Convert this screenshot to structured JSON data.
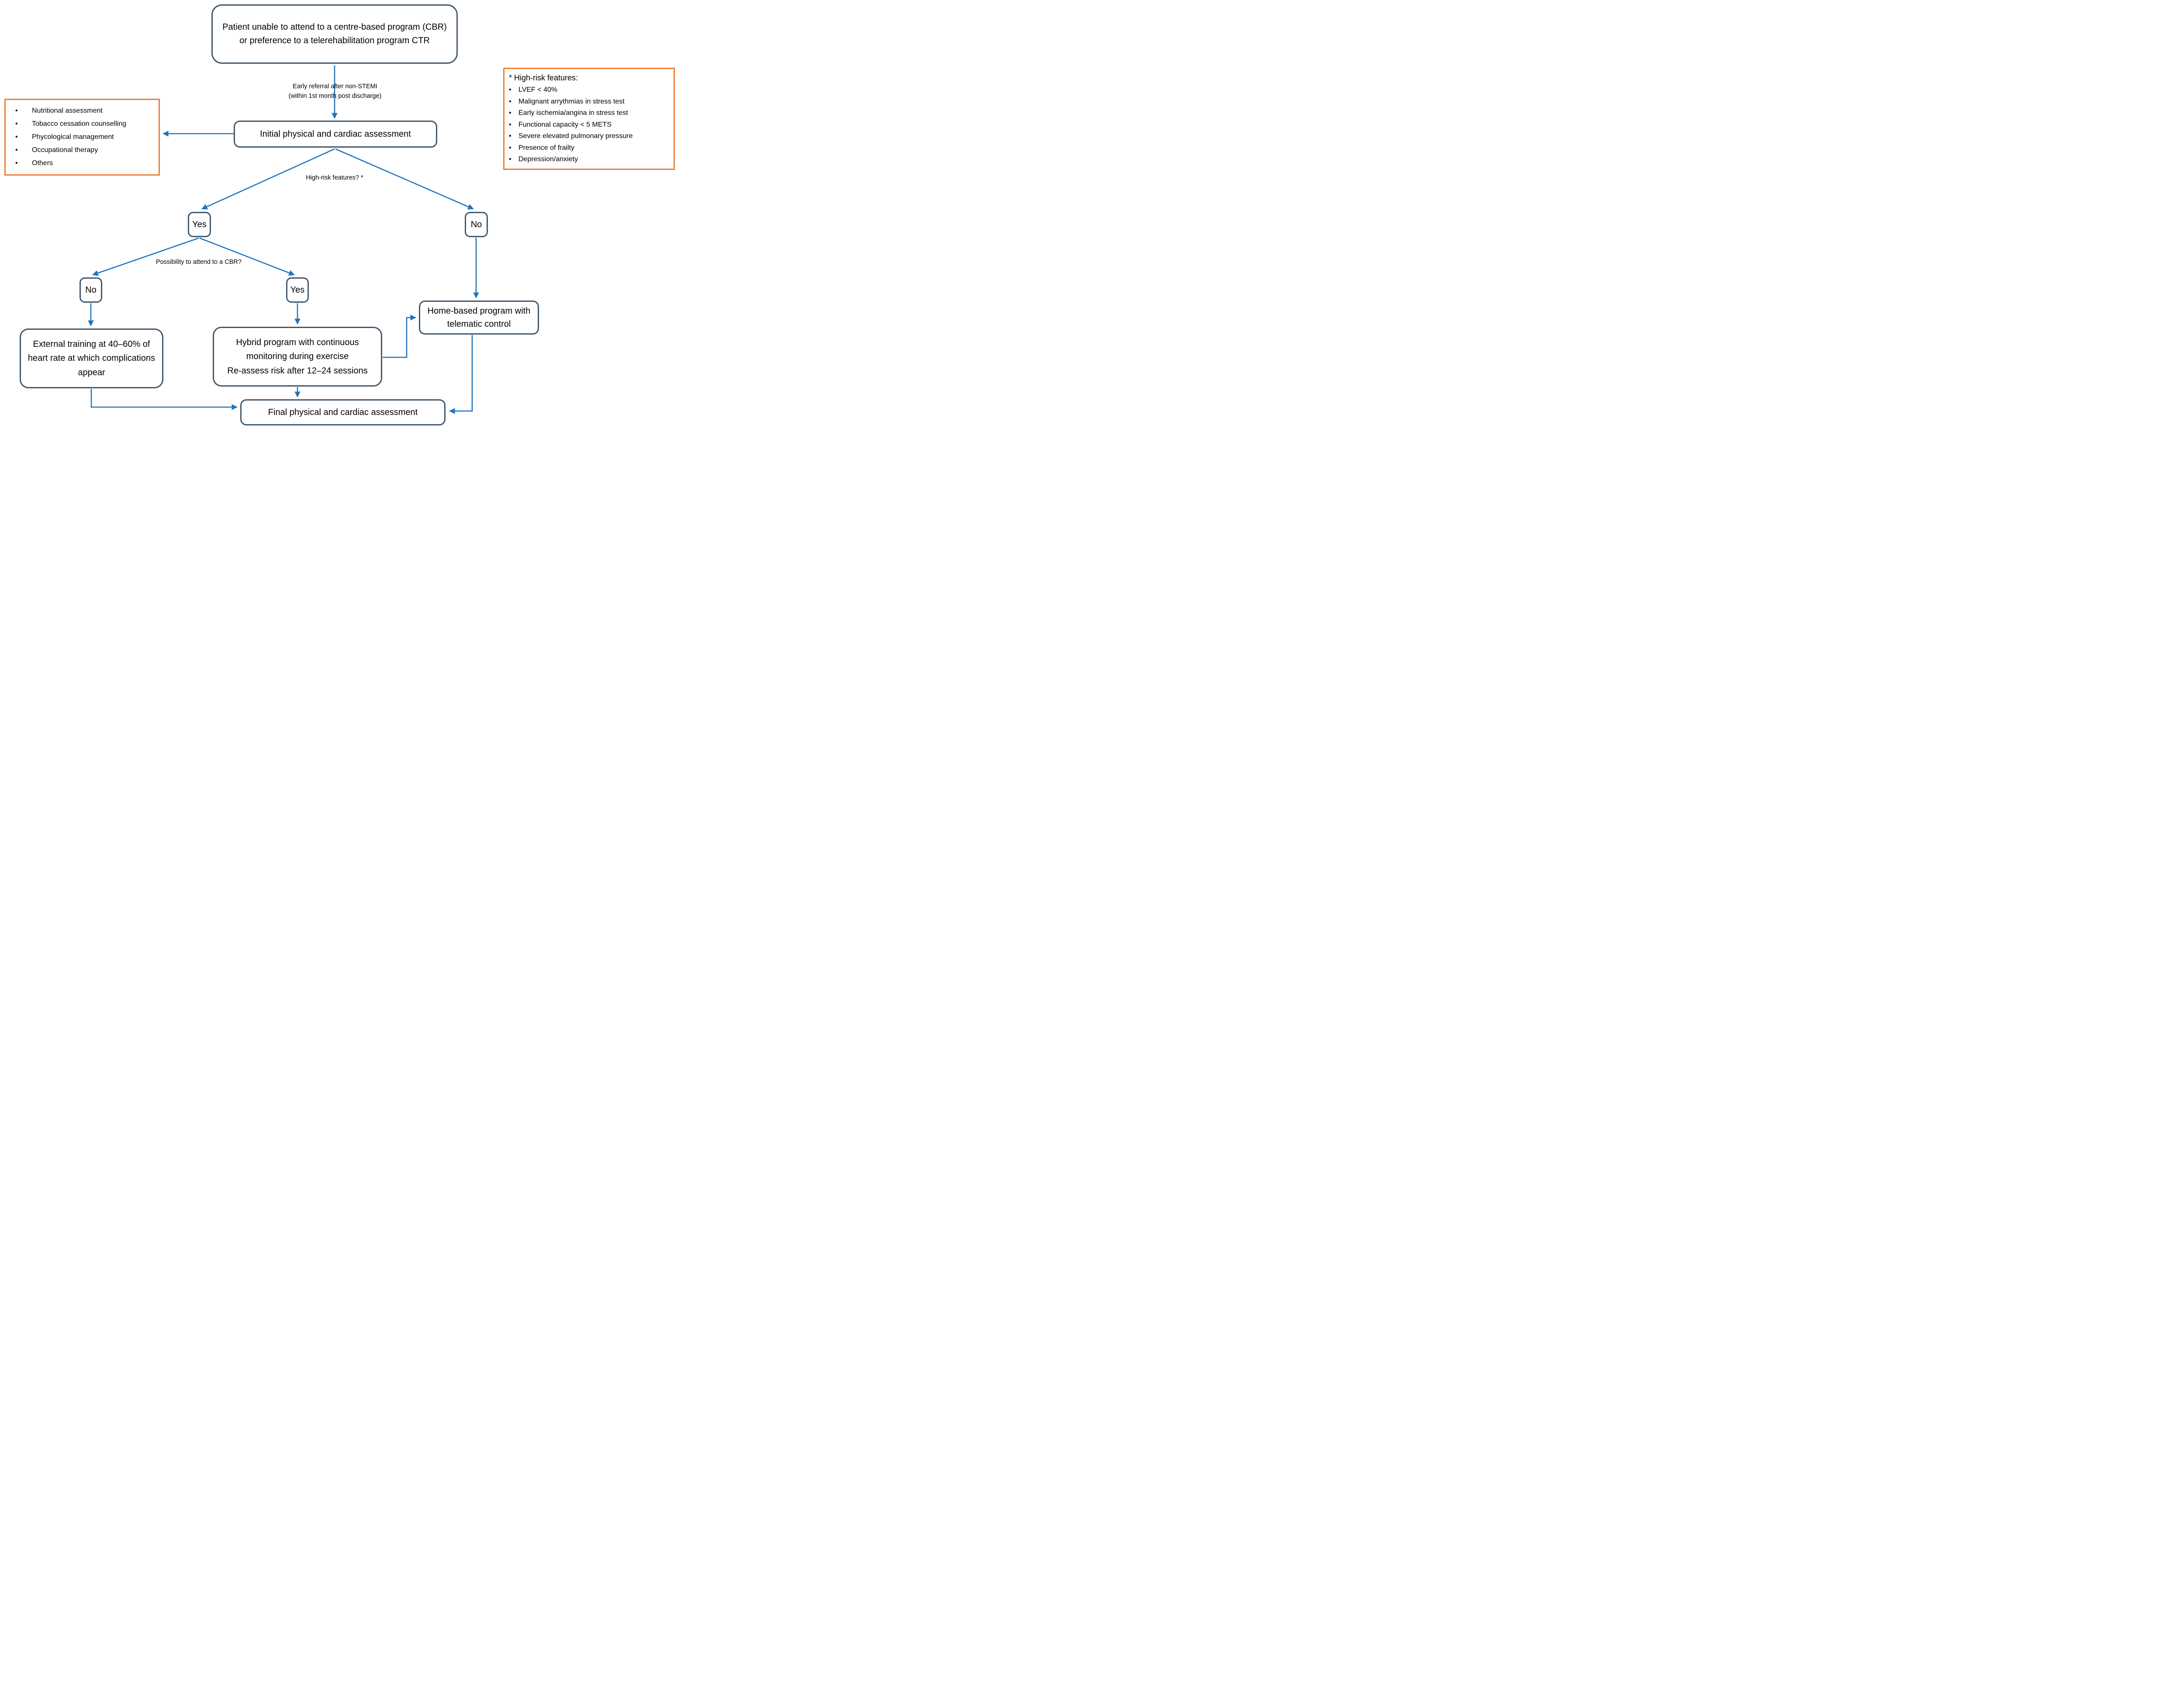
{
  "colors": {
    "node_border": "#41586E",
    "arrow": "#1F74BE",
    "highlight": "#ED7D31",
    "text": "#000000",
    "background": "#FFFFFF"
  },
  "nodes": {
    "start": {
      "text": "Patient unable to attend to a centre-based program (CBR) or preference to a telerehabilitation program CTR"
    },
    "initial_assessment": {
      "text": "Initial physical and cardiac assessment"
    },
    "side_services": {
      "items": [
        "Nutritional assessment",
        "Tobacco cessation counselling",
        "Phycological management",
        "Occupational therapy",
        "Others"
      ]
    },
    "high_risk_features": {
      "title": "* High-risk features:",
      "items": [
        "LVEF < 40%",
        "Malignant arrythmias in stress test",
        "Early ischemia/angina in stress test",
        "Functional capacity < 5 METS",
        "Severe elevated pulmonary pressure",
        "Presence of frailty",
        "Depression/anxiety"
      ]
    },
    "yes_high_risk": {
      "text": "Yes"
    },
    "no_high_risk": {
      "text": "No"
    },
    "no_cbr": {
      "text": "No"
    },
    "yes_cbr": {
      "text": "Yes"
    },
    "external_training": {
      "text": "External training at 40–60% of heart rate at which complications appear"
    },
    "hybrid_program": {
      "line1": "Hybrid program with continuous monitoring during exercise",
      "line2": "Re-assess risk after 12–24 sessions"
    },
    "home_program": {
      "text": "Home-based program with telematic control"
    },
    "final_assessment": {
      "text": "Final physical and cardiac assessment"
    }
  },
  "labels": {
    "early_referral_line1": "Early referral after non-STEMI",
    "early_referral_line2": "(within 1st month post discharge)",
    "high_risk_question": "High-risk features? *",
    "cbr_question": "Possibility to attend to a CBR?"
  }
}
